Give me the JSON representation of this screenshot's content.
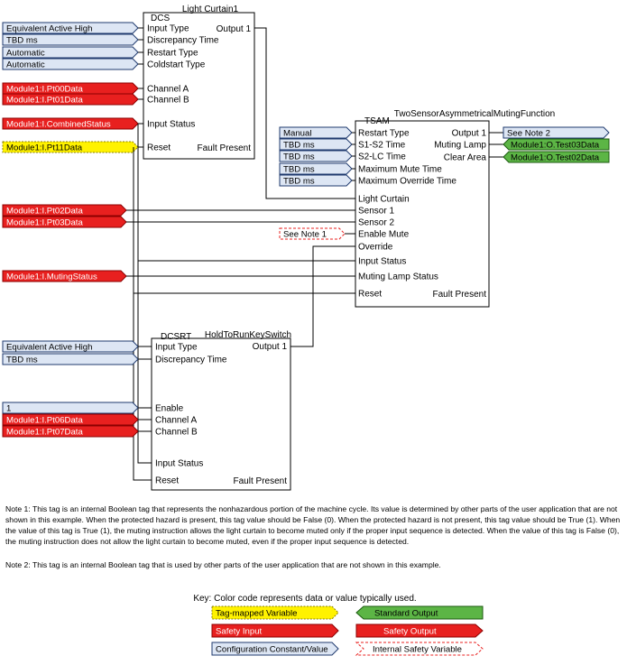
{
  "blocks": {
    "dcs": {
      "type": "DCS",
      "title": "Light Curtain1",
      "inputs": [
        "Input Type",
        "Discrepancy Time",
        "Restart Type",
        "Coldstart Type",
        "Channel A",
        "Channel B",
        "Input Status",
        "Reset"
      ],
      "output": "Output 1",
      "fault": "Fault Present"
    },
    "tsam": {
      "type": "TSAM",
      "title": "TwoSensorAsymmetricalMutingFunction",
      "inputs": [
        "Restart Type",
        "S1-S2 Time",
        "S2-LC Time",
        "Maximum Mute Time",
        "Maximum Override Time",
        "Light Curtain",
        "Sensor 1",
        "Sensor 2",
        "Enable Mute",
        "Override",
        "Input Status",
        "Muting Lamp Status",
        "Reset"
      ],
      "outputs": [
        "Output 1",
        "Muting Lamp",
        "Clear Area"
      ],
      "fault": "Fault Present"
    },
    "dcsrt": {
      "type": "DCSRT",
      "title": "HoldToRunKeySwitch",
      "inputs": [
        "Input Type",
        "Discrepancy Time",
        "Enable",
        "Channel A",
        "Channel B",
        "Input Status",
        "Reset"
      ],
      "output": "Output 1",
      "fault": "Fault Present"
    }
  },
  "tags": {
    "dcs": [
      "Equivalent Active High",
      "TBD ms",
      "Automatic",
      "Automatic",
      "Module1:I.Pt00Data",
      "Module1:I.Pt01Data",
      "Module1:I.CombinedStatus",
      "Module1:I.Pt11Data"
    ],
    "tsam": [
      "Manual",
      "TBD ms",
      "TBD ms",
      "TBD ms",
      "TBD ms",
      "Module1:I.Pt02Data",
      "Module1:I.Pt03Data",
      "See Note 1",
      "Module1:I.MutingStatus"
    ],
    "dcsrt": [
      "Equivalent Active High",
      "TBD ms",
      "1",
      "Module1:I.Pt06Data",
      "Module1:I.Pt07Data"
    ],
    "outputs": [
      "See Note 2",
      "Module1:O.Test03Data",
      "Module1:O.Test02Data"
    ]
  },
  "notes": {
    "note1": "Note 1: This tag is an internal Boolean tag that represents the nonhazardous portion of the machine cycle. Its value is determined by other parts of the user application that are not shown in this example. When the protected hazard is present, this tag value should be False (0). When the protected hazard is not present, this tag value should be True (1). When the value of this tag is True (1), the muting instruction allows the light curtain to become muted only if the proper input sequence is detected. When the value of this tag is False (0), the muting instruction does not allow the light curtain to become muted, even if the proper input sequence is detected.",
    "note2": "Note 2: This tag is an internal Boolean tag that is used by other parts of the user application that are not shown in this example."
  },
  "legend": {
    "title": "Key: Color code represents data or value typically used.",
    "items": [
      "Tag-mapped Variable",
      "Standard Output",
      "Safety Input",
      "Safety Output",
      "Configuration Constant/Value",
      "Internal Safety Variable"
    ]
  },
  "colors": {
    "config_fill": "#dde6f4",
    "safety_input": "#e8201f",
    "tag_mapped": "#fff200",
    "standard_output": "#5cb545",
    "internal_border": "#e8201f",
    "line": "#000000"
  }
}
